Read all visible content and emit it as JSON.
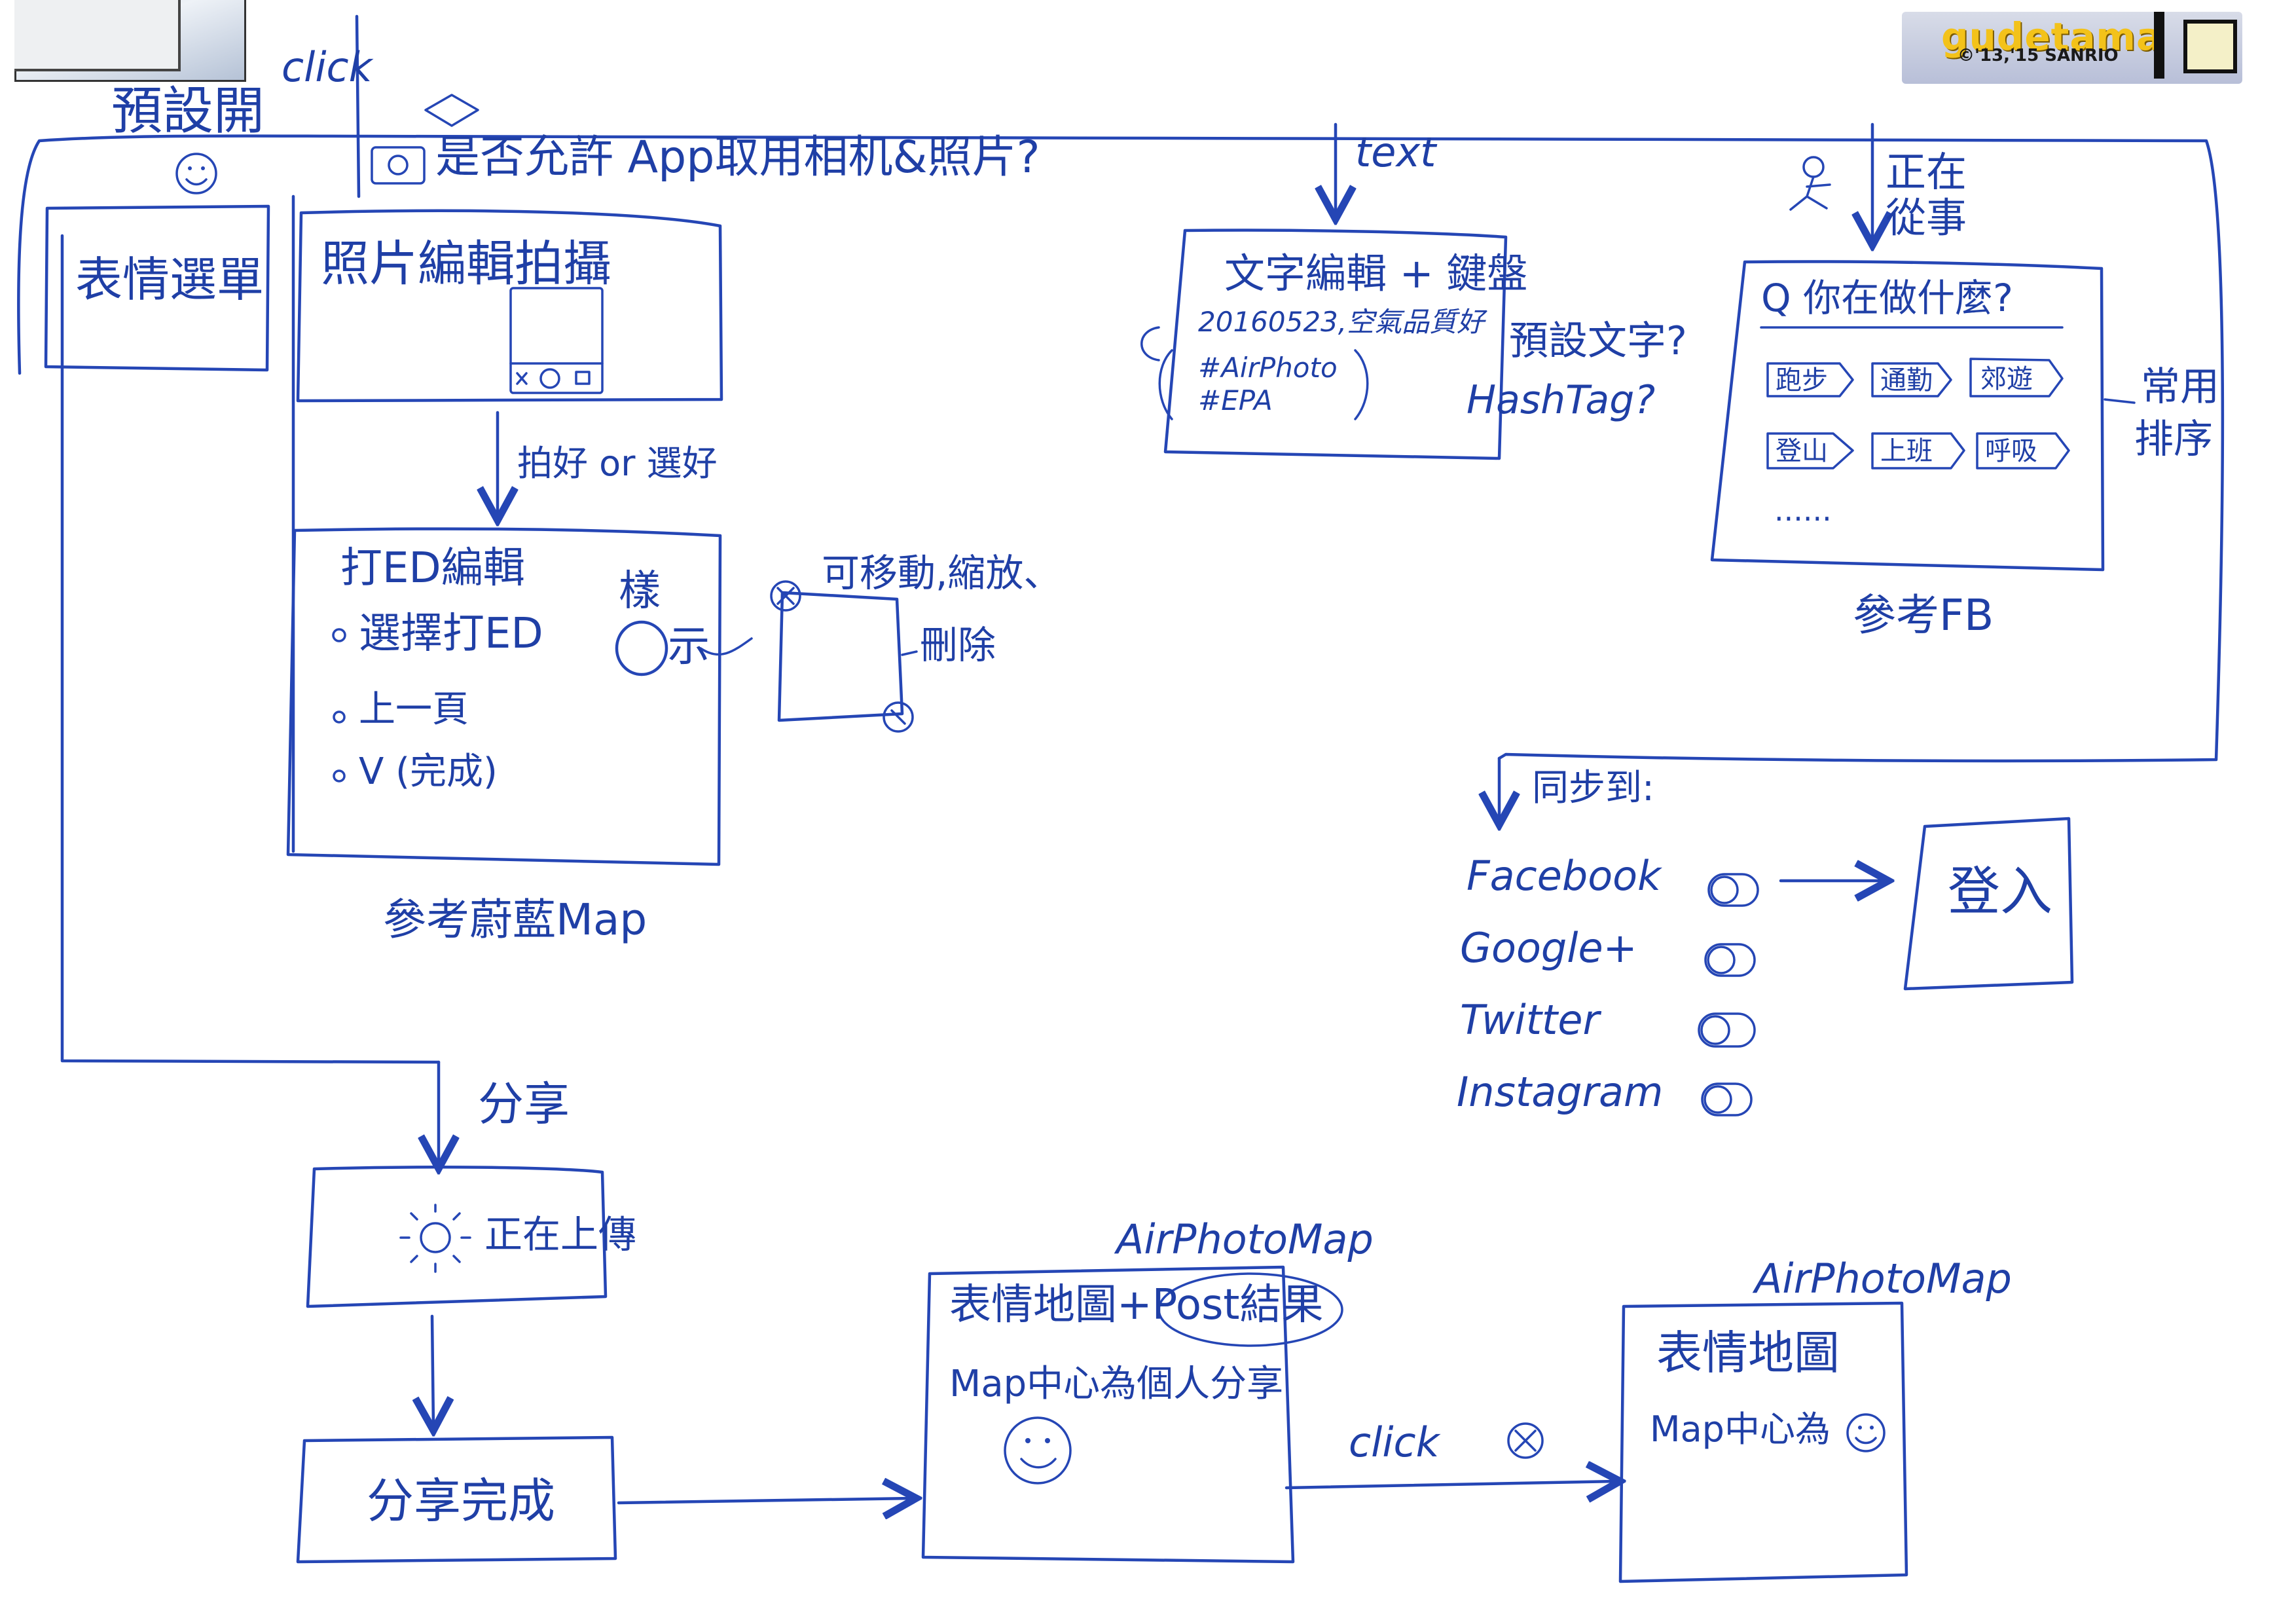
{
  "decor": {
    "logo_word": "gudetama",
    "logo_copyright": "©'13,'15 SANRIO"
  },
  "labels": {
    "click_top": "click",
    "preset_open": "預設開",
    "permission_question": "是否允許 App取用相机&照片?",
    "text_arrow": "text",
    "doing_now_1": "正在",
    "doing_now_2": "從事",
    "emoji_menu": "表情選單",
    "photo_edit_shoot": "照片編輯拍攝",
    "take_or_select": "拍好 or 選好",
    "stamp_edit_title": "打ED編輯",
    "stamp_item_1": "選擇打ED",
    "stamp_item_2": "上一頁",
    "stamp_item_3": "V (完成)",
    "sample_1": "樣",
    "sample_2": "示",
    "movable_scale": "可移動,縮放、",
    "delete": "刪除",
    "ref_map": "參考蔚藍Map",
    "text_edit_keyboard": "文字編輯 + 鍵盤",
    "default_line": "20160523,空氣品質好",
    "hashtag_1": "#AirPhoto",
    "hashtag_2": "#EPA",
    "default_text_q": "預設文字?",
    "hashtag_q": "HashTag?",
    "what_doing": "Q 你在做什麼?",
    "act_1": "跑步",
    "act_2": "通勤",
    "act_3": "郊遊",
    "act_4": "登山",
    "act_5": "上班",
    "act_6": "呼吸",
    "ellipsis": "......",
    "common_sort_1": "常用",
    "common_sort_2": "排序",
    "ref_fb": "參考FB",
    "sync_to": "同步到:",
    "sns_1": "Facebook",
    "sns_2": "Google+",
    "sns_3": "Twitter",
    "sns_4": "Instagram",
    "login": "登入",
    "share": "分享",
    "uploading": "正在上傳",
    "share_done": "分享完成",
    "airphotomap_1": "AirPhotoMap",
    "emoji_map_post": "表情地圖+Post結果",
    "map_center_share": "Map中心為個人分享",
    "click_bottom": "click",
    "airphotomap_2": "AirPhotoMap",
    "emoji_map": "表情地圖",
    "map_center": "Map中心為"
  }
}
